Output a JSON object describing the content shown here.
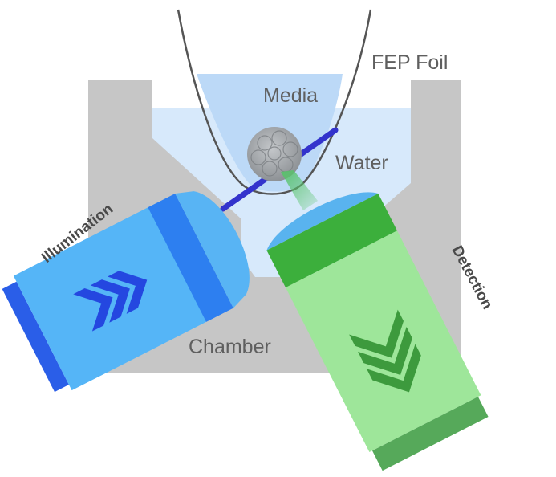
{
  "labels": {
    "fep_foil": "FEP Foil",
    "media": "Media",
    "water": "Water",
    "chamber": "Chamber",
    "illumination": "Illumination",
    "detection": "Detection"
  },
  "colors": {
    "chamber": "#c6c6c6",
    "water": "#d7e9fb",
    "media": "#bcd9f7",
    "foil": "#555555",
    "laser": "#3333cc",
    "illum_body": "#55b5f7",
    "illum_band": "#2d7ff0",
    "illum_tip": "#58b4f4",
    "illum_back": "#2a5ee8",
    "illum_chevron": "#2447e0",
    "detect_body": "#9ee69a",
    "detect_band": "#3caf3c",
    "detect_tip": "#59b3ef",
    "detect_back": "#56a95a",
    "detect_chevron": "#3d9a3d",
    "emission": "#57c36a",
    "sample": "#a6a9ad"
  }
}
